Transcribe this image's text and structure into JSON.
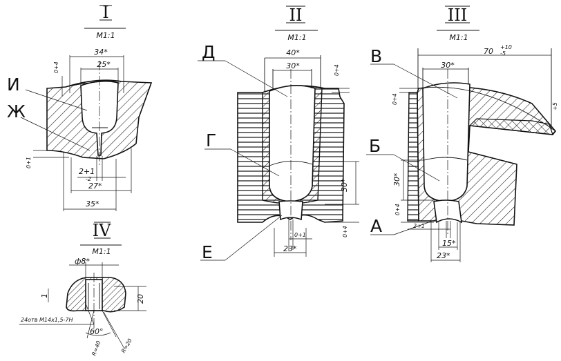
{
  "views": [
    {
      "id": "I",
      "numeral": "I",
      "scale": "M1:1"
    },
    {
      "id": "II",
      "numeral": "II",
      "scale": "M1:1"
    },
    {
      "id": "III",
      "numeral": "III",
      "scale": "M1:1"
    },
    {
      "id": "IV",
      "numeral": "IV",
      "scale": "M1:1"
    }
  ],
  "labels": {
    "I": {
      "upper": "И",
      "lower": "Ж"
    },
    "II": {
      "top": "Д",
      "middle": "Г",
      "bottom": "Е"
    },
    "III": {
      "top": "В",
      "middle": "Б",
      "bottom": "А"
    }
  },
  "dimensions": {
    "I": {
      "d34": "34*",
      "d25": "25*",
      "tol_top": "0+4",
      "tol_left": "0+1",
      "slit": "2+1",
      "slit_sub": "-2",
      "d27": "27*",
      "d35": "35*"
    },
    "II": {
      "d40": "40*",
      "d30": "30*",
      "tol_right_top": "0+4",
      "h30": "30*",
      "tol_right_bottom": "0+4",
      "tol_slot": "0+1",
      "d23": "23*"
    },
    "III": {
      "d70": "70",
      "d70_tol_top": "+10",
      "d70_tol_bottom": "-5",
      "d30": "30*",
      "tol_top": "0+4",
      "h30": "30*",
      "tol_mid": "0+4",
      "slit": "2+1",
      "d15": "15*",
      "d23": "23*",
      "edge": "+5"
    },
    "IV": {
      "phi": "ф8*",
      "h20": "20",
      "h1": "1",
      "thread": "24отв М14х1,5-7Н",
      "angle": "60°",
      "r1": "R=40",
      "r2": "R=20"
    }
  },
  "colors": {
    "ink": "#111111",
    "paper": "#ffffff"
  }
}
